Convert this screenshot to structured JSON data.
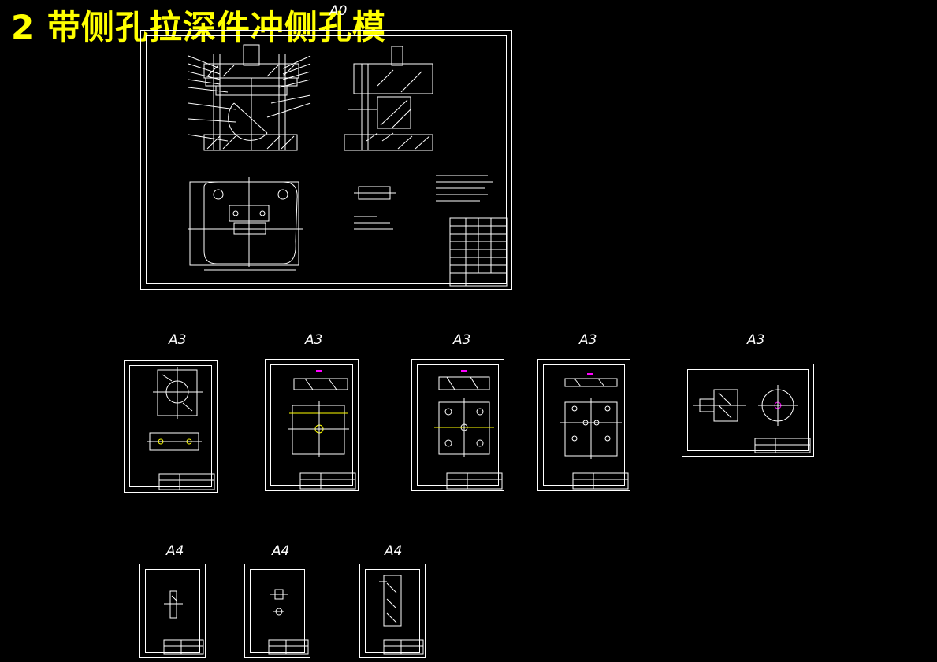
{
  "banner": {
    "title": "2  带侧孔拉深件冲侧孔模"
  },
  "sheets": {
    "a0": {
      "label": "A0"
    },
    "a3_1": {
      "label": "A3"
    },
    "a3_2": {
      "label": "A3"
    },
    "a3_3": {
      "label": "A3"
    },
    "a3_4": {
      "label": "A3"
    },
    "a3_5": {
      "label": "A3"
    },
    "a4_1": {
      "label": "A4"
    },
    "a4_2": {
      "label": "A4"
    },
    "a4_3": {
      "label": "A4"
    }
  },
  "colors": {
    "background": "#000000",
    "line": "#ffffff",
    "banner": "#ffff00",
    "highlight": "#ffff00",
    "accent": "#ff00ff"
  }
}
